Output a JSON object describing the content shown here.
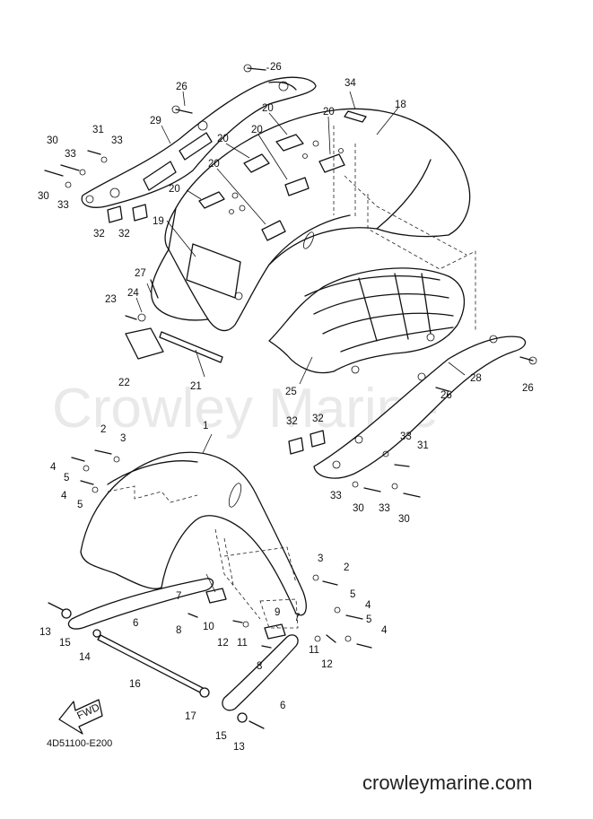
{
  "diagram": {
    "code": "4D51100-E200",
    "watermark": "Crowley Marine",
    "site": "crowleymarine.com",
    "fwd_label": "FWD",
    "callouts": [
      {
        "id": "c26a",
        "label": "26"
      },
      {
        "id": "c26b",
        "label": "26"
      },
      {
        "id": "c26c",
        "label": "26"
      },
      {
        "id": "c26d",
        "label": "26"
      },
      {
        "id": "c29",
        "label": "29"
      },
      {
        "id": "c31a",
        "label": "31"
      },
      {
        "id": "c33a",
        "label": "33"
      },
      {
        "id": "c30a",
        "label": "30"
      },
      {
        "id": "c33b",
        "label": "33"
      },
      {
        "id": "c30b",
        "label": "30"
      },
      {
        "id": "c33c",
        "label": "33"
      },
      {
        "id": "c32a",
        "label": "32"
      },
      {
        "id": "c32b",
        "label": "32"
      },
      {
        "id": "c34",
        "label": "34"
      },
      {
        "id": "c18",
        "label": "18"
      },
      {
        "id": "c20a",
        "label": "20"
      },
      {
        "id": "c20b",
        "label": "20"
      },
      {
        "id": "c20c",
        "label": "20"
      },
      {
        "id": "c20d",
        "label": "20"
      },
      {
        "id": "c20e",
        "label": "20"
      },
      {
        "id": "c20f",
        "label": "20"
      },
      {
        "id": "c19",
        "label": "19"
      },
      {
        "id": "c27",
        "label": "27"
      },
      {
        "id": "c24",
        "label": "24"
      },
      {
        "id": "c23",
        "label": "23"
      },
      {
        "id": "c22",
        "label": "22"
      },
      {
        "id": "c21",
        "label": "21"
      },
      {
        "id": "c25",
        "label": "25"
      },
      {
        "id": "c28",
        "label": "28"
      },
      {
        "id": "c32c",
        "label": "32"
      },
      {
        "id": "c32d",
        "label": "32"
      },
      {
        "id": "c33d",
        "label": "33"
      },
      {
        "id": "c31b",
        "label": "31"
      },
      {
        "id": "c33e",
        "label": "33"
      },
      {
        "id": "c30c",
        "label": "30"
      },
      {
        "id": "c33f",
        "label": "33"
      },
      {
        "id": "c30d",
        "label": "30"
      },
      {
        "id": "c1",
        "label": "1"
      },
      {
        "id": "c2a",
        "label": "2"
      },
      {
        "id": "c3a",
        "label": "3"
      },
      {
        "id": "c4a",
        "label": "4"
      },
      {
        "id": "c5a",
        "label": "5"
      },
      {
        "id": "c4b",
        "label": "4"
      },
      {
        "id": "c5b",
        "label": "5"
      },
      {
        "id": "c3b",
        "label": "3"
      },
      {
        "id": "c2b",
        "label": "2"
      },
      {
        "id": "c5c",
        "label": "5"
      },
      {
        "id": "c4c",
        "label": "4"
      },
      {
        "id": "c5d",
        "label": "5"
      },
      {
        "id": "c4d",
        "label": "4"
      },
      {
        "id": "c7a",
        "label": "7"
      },
      {
        "id": "c6a",
        "label": "6"
      },
      {
        "id": "c10",
        "label": "10"
      },
      {
        "id": "c8a",
        "label": "8"
      },
      {
        "id": "c13a",
        "label": "13"
      },
      {
        "id": "c15a",
        "label": "15"
      },
      {
        "id": "c14",
        "label": "14"
      },
      {
        "id": "c12a",
        "label": "12"
      },
      {
        "id": "c11a",
        "label": "11"
      },
      {
        "id": "c9",
        "label": "9"
      },
      {
        "id": "c7b",
        "label": "7"
      },
      {
        "id": "c8b",
        "label": "8"
      },
      {
        "id": "c11b",
        "label": "11"
      },
      {
        "id": "c12b",
        "label": "12"
      },
      {
        "id": "c16",
        "label": "16"
      },
      {
        "id": "c17",
        "label": "17"
      },
      {
        "id": "c6b",
        "label": "6"
      },
      {
        "id": "c15b",
        "label": "15"
      },
      {
        "id": "c13b",
        "label": "13"
      }
    ]
  }
}
